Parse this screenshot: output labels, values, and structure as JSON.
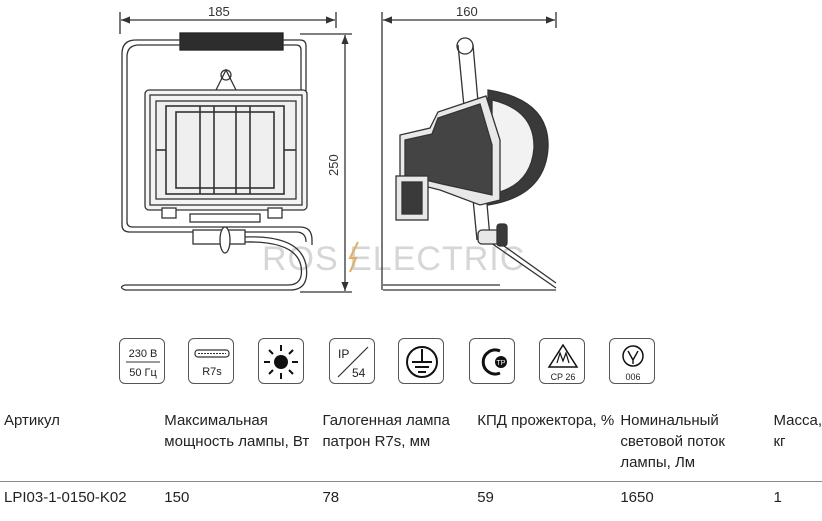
{
  "drawing": {
    "front_width": "185",
    "side_width": "160",
    "height": "250",
    "watermark": "ROS ELECTRIC"
  },
  "icons": [
    {
      "name": "voltage-frequency-icon",
      "line1": "230 В",
      "line2": "50 Гц"
    },
    {
      "name": "lamp-base-icon",
      "label": "R7s"
    },
    {
      "name": "sun-icon"
    },
    {
      "name": "ip-rating-icon",
      "top": "IP",
      "bottom": "54"
    },
    {
      "name": "grounding-icon"
    },
    {
      "name": "certification-mark-icon"
    },
    {
      "name": "cp26-mark-icon",
      "label": "CP 26"
    },
    {
      "name": "class-006-icon",
      "label": "006"
    }
  ],
  "table": {
    "headers": [
      "Артикул",
      "Максимальная мощность лампы, Вт",
      "Галогенная лампа патрон R7s, мм",
      "КПД прожектора, %",
      "Номинальный световой поток лампы, Лм",
      "Масса, кг"
    ],
    "rows": [
      [
        "LPI03-1-0150-K02",
        "150",
        "78",
        "59",
        "1650",
        "1"
      ]
    ]
  }
}
